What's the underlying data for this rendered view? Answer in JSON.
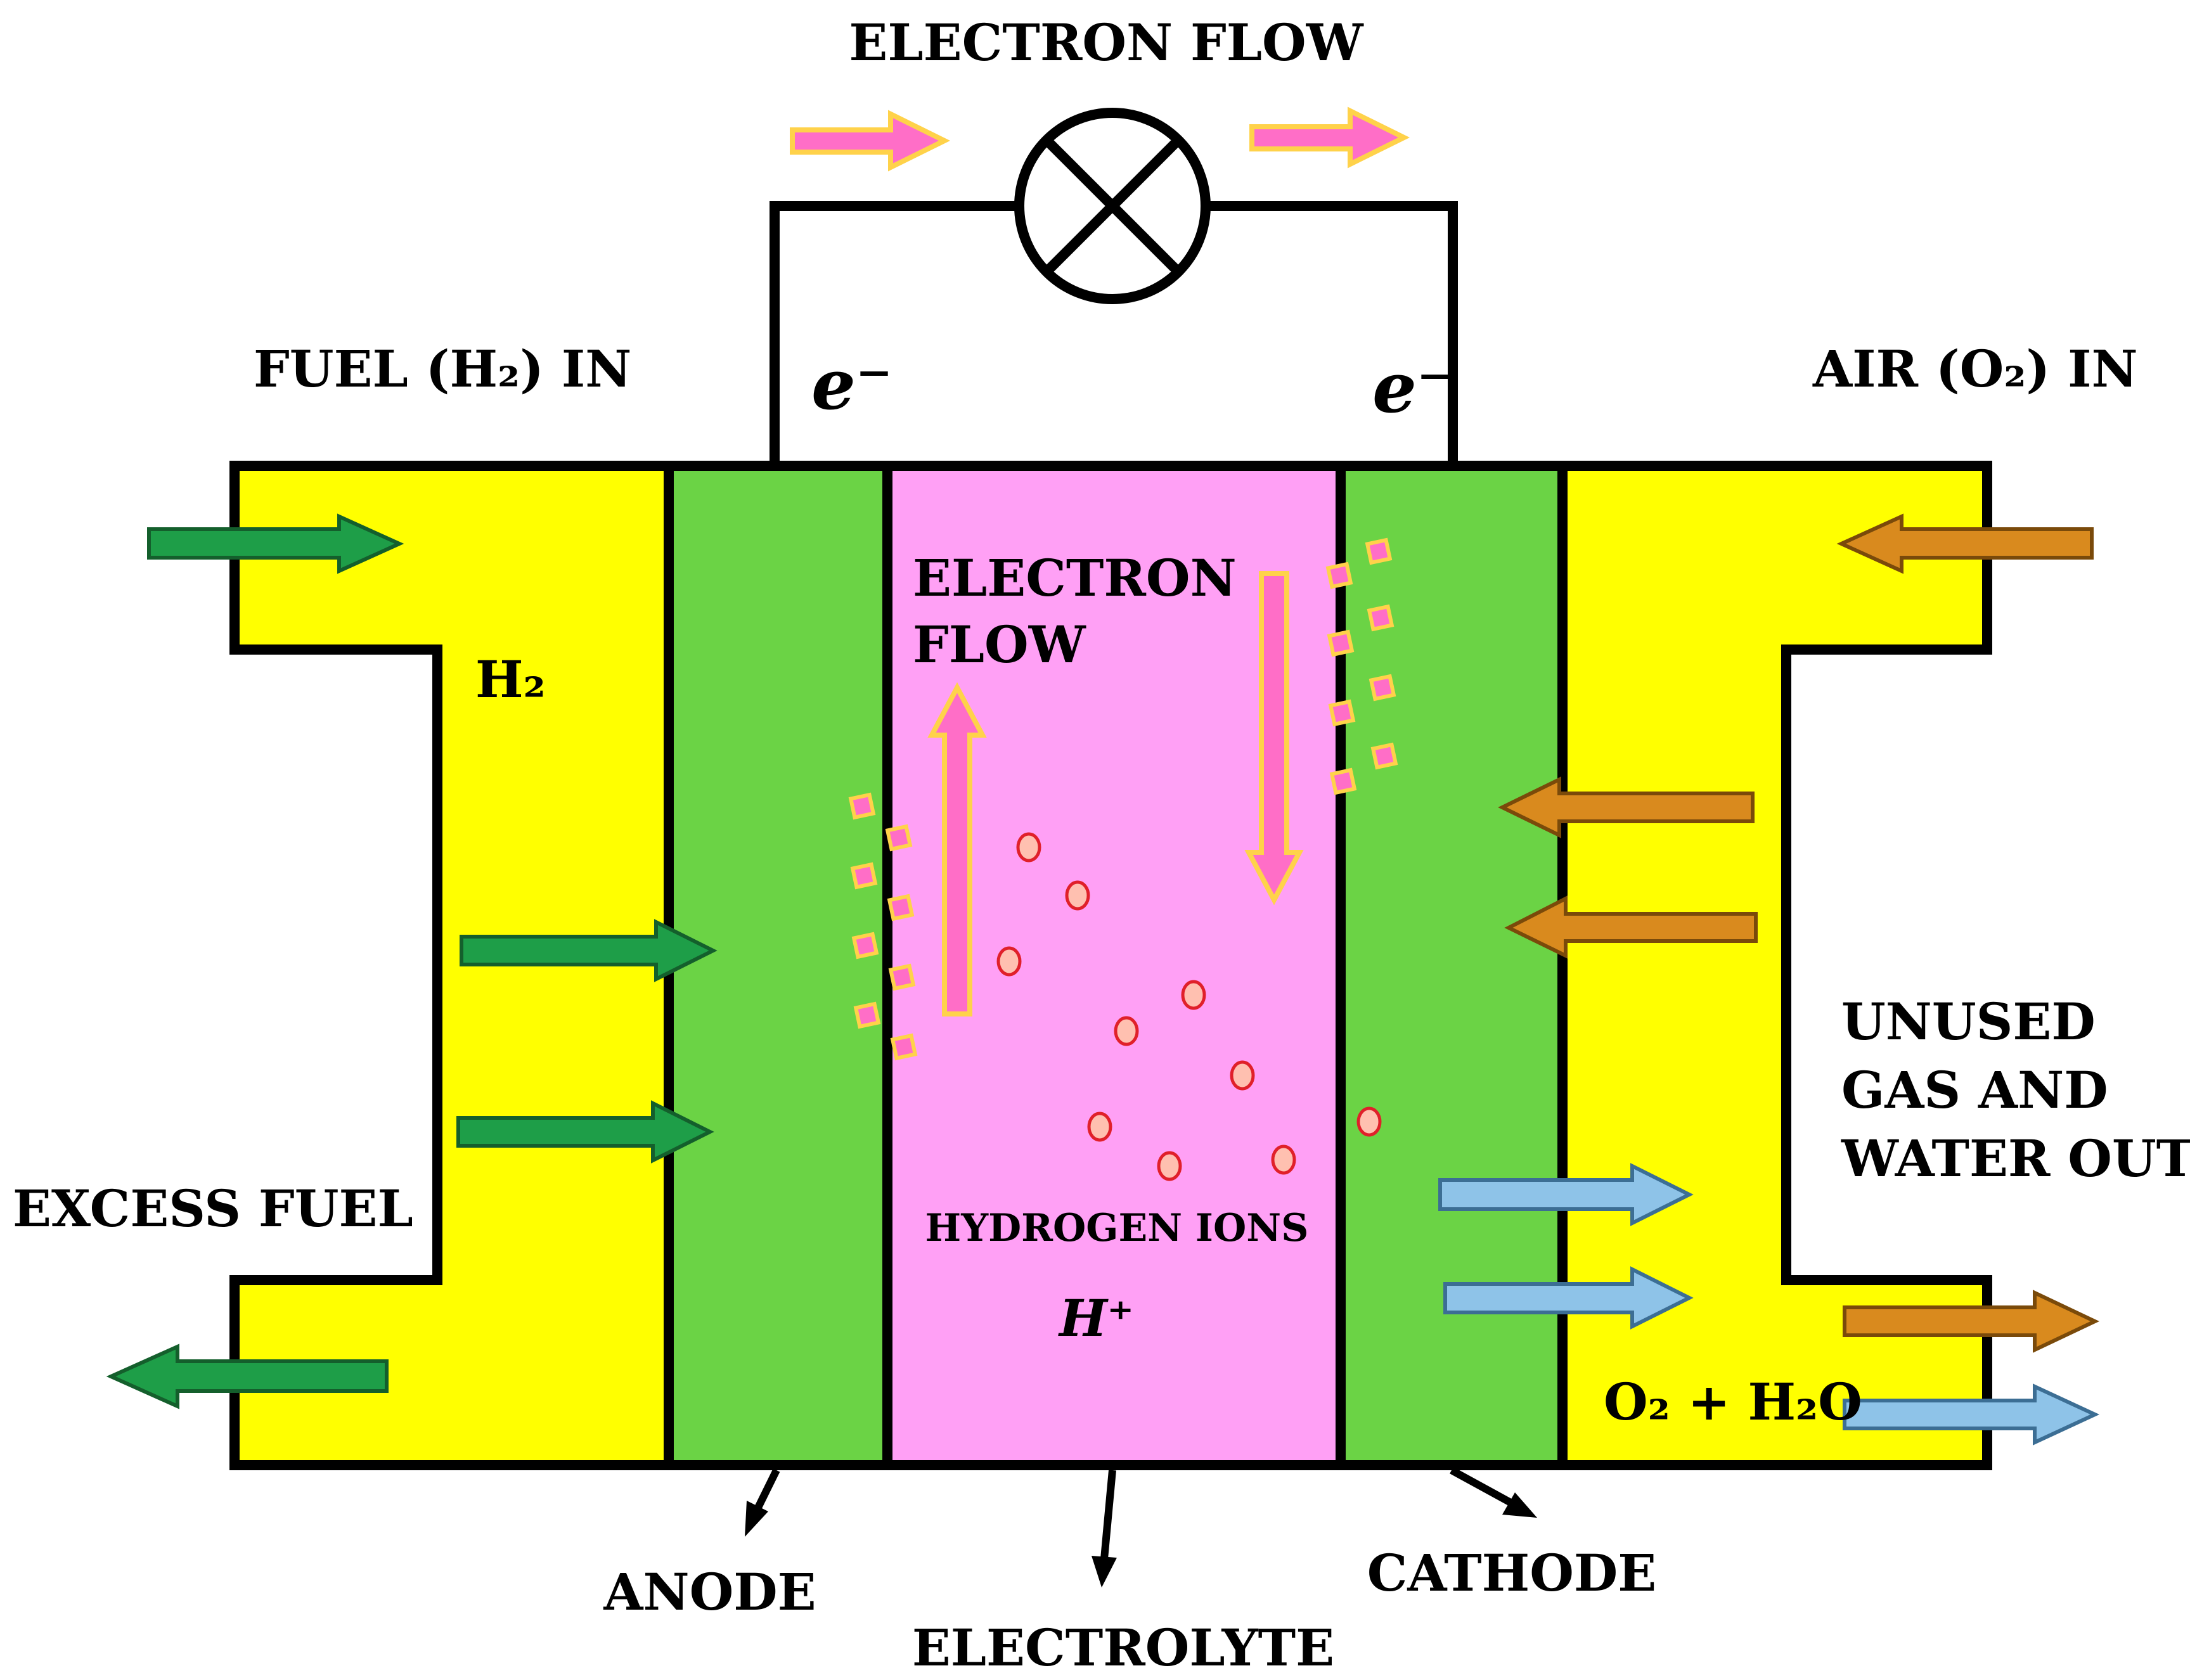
{
  "title": "ELECTRON FLOW",
  "labels": {
    "fuel_in": "FUEL (H₂) IN",
    "air_in": "AIR (O₂) IN",
    "h2": "H₂",
    "electron_flow_line1": "ELECTRON",
    "electron_flow_line2": "FLOW",
    "excess_fuel": "EXCESS FUEL",
    "unused_line1": "UNUSED",
    "unused_line2": "GAS AND",
    "unused_line3": "WATER OUT",
    "hydrogen_ions": "HYDROGEN IONS",
    "h_plus": "H⁺",
    "o2_h2o": "O₂ + H₂O",
    "anode": "ANODE",
    "electrolyte": "ELECTROLYTE",
    "cathode": "CATHODE",
    "electron_left": "e⁻",
    "electron_right": "e⁻"
  },
  "colors": {
    "gas_chamber": "#FFFF00",
    "electrode": "#6BD345",
    "electrolyte": "#FFA0F5",
    "electron_arrow": "#FF6EC7",
    "arrow_outline": "#FFD24A",
    "fuel_arrow": "#1E9E48",
    "air_arrow": "#D98A1E",
    "water_arrow": "#8EC3E8",
    "ion_fill": "#FFC0B0",
    "ion_outline": "#E0202A"
  },
  "icons": {
    "load": "lamp-symbol-icon"
  }
}
